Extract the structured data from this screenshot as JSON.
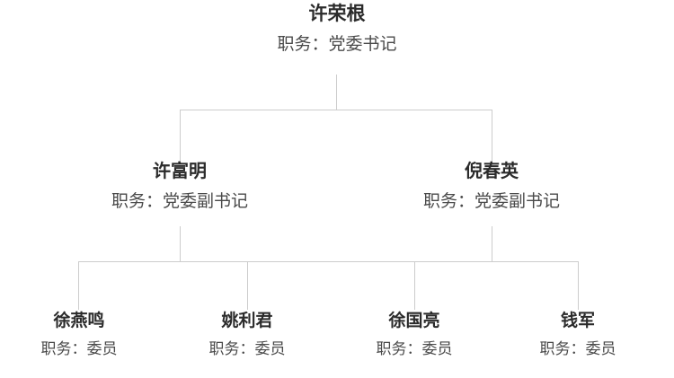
{
  "chart": {
    "type": "org-chart",
    "title_prefix": "职务：",
    "line_color": "#cccccc",
    "name_color": "#2b2b2b",
    "title_color": "#4a4a4a",
    "background": "#ffffff",
    "root": {
      "name": "许荣根",
      "title": "职务：党委书记"
    },
    "level2": [
      {
        "name": "许富明",
        "title": "职务：党委副书记"
      },
      {
        "name": "倪春英",
        "title": "职务：党委副书记"
      }
    ],
    "level3": [
      {
        "name": "徐燕鸣",
        "title": "职务：委员"
      },
      {
        "name": "姚利君",
        "title": "职务：委员"
      },
      {
        "name": "徐国亮",
        "title": "职务：委员"
      },
      {
        "name": "钱军",
        "title": "职务：委员"
      }
    ]
  }
}
